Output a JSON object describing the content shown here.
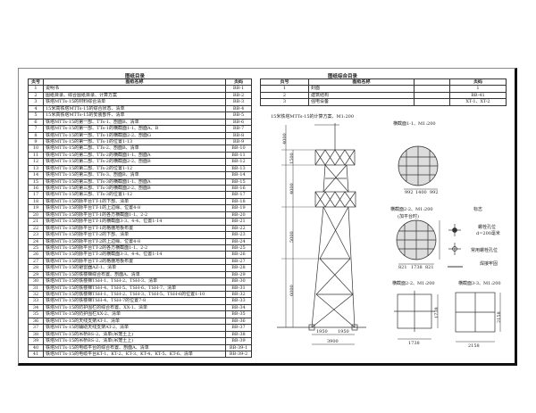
{
  "left_catalog": {
    "title": "图纸目录",
    "headers": [
      "页号",
      "图纸名称",
      "页码"
    ],
    "rows": [
      [
        "1",
        "说明书",
        "BB-1"
      ],
      [
        "2",
        "图纸目录、综合图纸目录、计算方案",
        "BB-2"
      ],
      [
        "3",
        "铁塔MTTs-15的材料综合清单",
        "BB-3"
      ],
      [
        "4",
        "15米高铁塔MTTs-15的综合状态、清单",
        "BB-4"
      ],
      [
        "5",
        "15米高铁塔MTTs-15的安装部件、清单",
        "BB-5"
      ],
      [
        "6",
        "铁塔MTTs-15的第一部、TTs-1、剖面B、清单",
        "BB-6"
      ],
      [
        "7",
        "铁塔MTTs-15的第一部、TTs-1的横截面1-1、剖面A、B",
        "BB-7"
      ],
      [
        "8",
        "铁塔MTTs-15的第一部、TTs-1的横截面2-2、剖面G",
        "BB-8"
      ],
      [
        "9",
        "铁塔MTTs-15的第一部、TTs-1的位置1-13",
        "BB-9"
      ],
      [
        "10",
        "铁塔MTTs-15的第二部、TTs-2、剖面B、清单",
        "BB-10"
      ],
      [
        "11",
        "铁塔MTTs-15的第二部、TTs-2的横截面1-1、剖面A",
        "BB-11"
      ],
      [
        "12",
        "铁塔MTTs-15的第二部、TTs-2的横截面2-2、剖面B",
        "BB-12"
      ],
      [
        "13",
        "铁塔MTTs-15的第二部、TTs-2的位置1-12",
        "BB-13"
      ],
      [
        "14",
        "铁塔MTTs-15的第三部、TTs-3、剖面B、清单",
        "BB-14"
      ],
      [
        "15",
        "铁塔MTTs-15的第三部、TTs-3的横截面1-1、剖面A",
        "BB-15"
      ],
      [
        "16",
        "铁塔MTTs-15的第三部、TTs-3的横截面2-2、剖面B",
        "BB-16"
      ],
      [
        "17",
        "铁塔MTTs-15的第三部、TTs-3的位置1-12",
        "BB-17"
      ],
      [
        "18",
        "铁塔MTTs-15的脉平台TT-1的下部、清单",
        "BB-18"
      ],
      [
        "19",
        "铁塔MTTs-15的脉平台TT-1的上边缘、位置4-8",
        "BB-19"
      ],
      [
        "20",
        "铁塔MTTs-15的脉平台TT-1的各方横截面1-1、2-2",
        "BB-20"
      ],
      [
        "21",
        "铁塔MTTs-15的脉平台TT-1的横截面3-3、4-4、位置1-14",
        "BB-21"
      ],
      [
        "22",
        "铁塔MTTs-15的脉平台TT-1的格栅地板布置",
        "BB-22"
      ],
      [
        "23",
        "铁塔MTTs-15的脉平台TT-2的下部、清单",
        "BB-23"
      ],
      [
        "24",
        "铁塔MTTs-15的脉平台TT-2的上边缘、位置4-8",
        "BB-24"
      ],
      [
        "25",
        "铁塔MTTs-15的脉平台TT-2的各方横截面1-1、2-2",
        "BB-25"
      ],
      [
        "26",
        "铁塔MTTs-15的脉平台TT-2的横截面3-3、4-4、位置1-14",
        "BB-26"
      ],
      [
        "27",
        "铁塔MTTs-15的脉平台TT-2的格栅地板布置",
        "BB-27"
      ],
      [
        "28",
        "铁塔MTTs-15的避雷器AZ-1、清单",
        "BB-28"
      ],
      [
        "29",
        "铁塔MTTs-15的铁楼梯综合布置、剖面A、清单",
        "BB-29"
      ],
      [
        "30",
        "铁塔MTTs-15的铁楼梯TSH-1、TSH-2、TSH-3、清单",
        "BB-30"
      ],
      [
        "31",
        "铁塔MTTs-15的铁楼梯TSH-4、TSH-5、TSH-6、TSH-7、清单",
        "BB-31"
      ],
      [
        "32",
        "铁塔MTTs-15的铁楼梯TSH-1、TSH-2、TSH-3、TSH-5、TSH-6的位置1-10",
        "BB-32"
      ],
      [
        "33",
        "铁塔MTTs-15的铁楼梯TSH-4、TSH-7的位置7-8",
        "BB-33"
      ],
      [
        "34",
        "铁塔MTTs-15的防护围栏的综合布置、XX-1、清单",
        "BB-34"
      ],
      [
        "35",
        "铁塔MTTs-15的防护围栏XX-2、清单",
        "BB-35"
      ],
      [
        "36",
        "铁塔MTTs-15的天线支架AT-1、清单",
        "BB-36"
      ],
      [
        "37",
        "铁塔MTTs-15的辅助天线支架AT-2、清单",
        "BB-37"
      ],
      [
        "38",
        "铁塔MTTs-15的吊桥BS-2、清单(吊笼土上)",
        "BB-38"
      ],
      [
        "39",
        "铁塔MTTs-15的吊桥BS-2、清单(吊笼土上)",
        "BB-39"
      ],
      [
        "40",
        "铁塔MTTs-15的电缆平台的综合布置、剖面A、清单",
        "BB-39-1"
      ],
      [
        "41",
        "铁塔MTTs-15的电缆平台KT-1、KT-2、KT-3、KT-4、KT-5、KT-6、清单",
        "BB-39-2"
      ]
    ]
  },
  "right_catalog": {
    "title": "图纸综合目录",
    "headers": [
      "页号",
      "图纸名称",
      "",
      "页码"
    ],
    "rows": [
      [
        "1",
        "封面",
        "",
        "1"
      ],
      [
        "2",
        "建筑结构",
        "",
        "BB-41"
      ],
      [
        "3",
        "强电设备",
        "",
        "XT-1、XT-2"
      ]
    ]
  },
  "drawing": {
    "tower_title": "15米铁塔MTTs-15的计算方案、M1:200",
    "dims": {
      "d4000a": "4000",
      "d1500": "1500",
      "d4000b": "4000",
      "d5000": "5000",
      "d6000": "6000",
      "d1950a": "1950",
      "d1950b": "1950",
      "d3900": "3900"
    },
    "sec11": {
      "title": "横截面1-1、M1:200",
      "a": "992",
      "b": "1400",
      "c": "992"
    },
    "sec22": {
      "title": "横截面2-2、M1:200",
      "note": "(加平台时)",
      "a": "821",
      "b": "1738",
      "c": "821"
    },
    "sec22b": {
      "title": "横截面2-2、M1:200",
      "w": "1738",
      "h": "1738"
    },
    "sec33": {
      "title": "横截面3-3、M1:200",
      "w": "2158",
      "h": "2158"
    },
    "legend": {
      "title": "标志",
      "bolt": "螺栓孔位",
      "bolt_d": "d=200毫米",
      "common": "常用螺栓孔位",
      "weld": "焊接牢固"
    }
  }
}
